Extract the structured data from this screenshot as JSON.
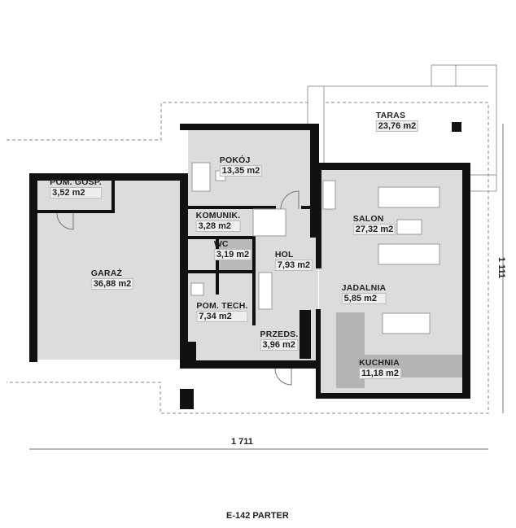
{
  "title": "E-142 PARTER",
  "dimensions": {
    "width": "1 711",
    "depth": "1 111"
  },
  "rooms": [
    {
      "name": "TARAS",
      "area": "23,76 m2"
    },
    {
      "name": "POKÓJ",
      "area": "13,35 m2"
    },
    {
      "name": "POM. GOSP.",
      "area": "3,52 m2"
    },
    {
      "name": "KOMUNIK.",
      "area": "3,28 m2"
    },
    {
      "name": "WC",
      "area": "3,19 m2"
    },
    {
      "name": "HOL",
      "area": "7,93 m2"
    },
    {
      "name": "SALON",
      "area": "27,32 m2"
    },
    {
      "name": "GARAŻ",
      "area": "36,88 m2"
    },
    {
      "name": "JADALNIA",
      "area": "5,85 m2"
    },
    {
      "name": "POM. TECH.",
      "area": "7,34 m2"
    },
    {
      "name": "PRZEDS.",
      "area": "3,96 m2"
    },
    {
      "name": "KUCHNIA",
      "area": "11,18 m2"
    }
  ],
  "colors": {
    "wall": "#111111",
    "floor": "#dcdcdc",
    "kitchen": "#b4b4b4"
  }
}
